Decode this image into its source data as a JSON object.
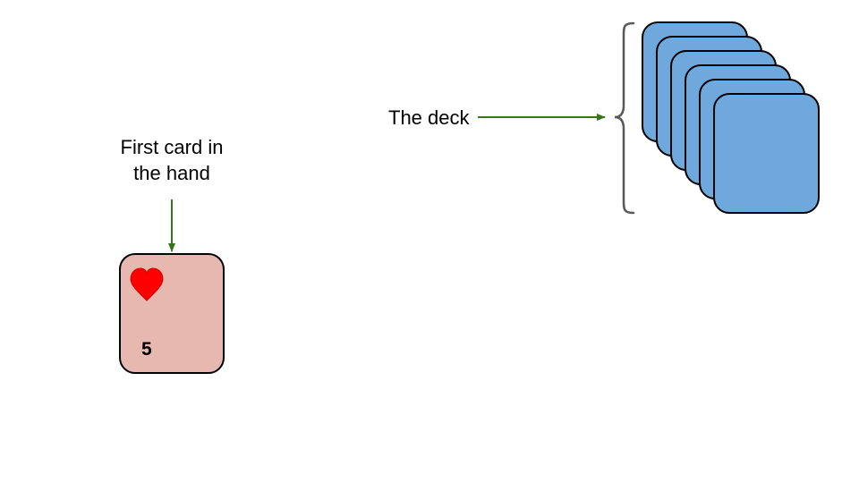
{
  "labels": {
    "first_card_line1": "First card in",
    "first_card_line2": "the hand",
    "deck": "The deck"
  },
  "hand_card": {
    "suit": "hearts",
    "suit_icon": "heart-icon",
    "value": "5"
  },
  "deck": {
    "card_count": 6
  },
  "colors": {
    "arrow": "#38761d",
    "hand_card_fill": "#e6b8af",
    "deck_card_fill": "#6fa8dc",
    "heart": "#ff0000",
    "brace": "#595959"
  }
}
